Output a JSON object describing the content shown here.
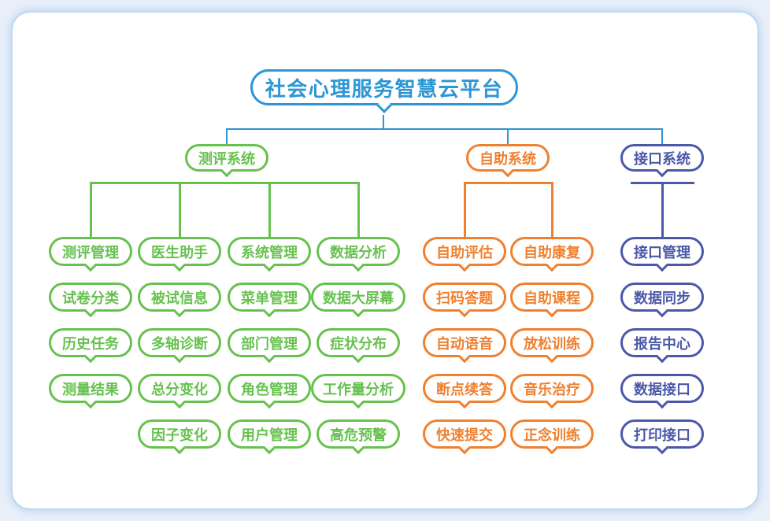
{
  "colors": {
    "blue": "#2d96d4",
    "green": "#67c14f",
    "orange": "#f0802f",
    "indigo": "#4b58a8",
    "background": "#e9f0fa",
    "card_border": "#bcd8f3"
  },
  "title": {
    "text": "社会心理服务智慧云平台"
  },
  "systems": [
    {
      "id": "assessment",
      "label": "测评系统",
      "color_key": "green",
      "columns": [
        [
          "测评管理",
          "试卷分类",
          "历史任务",
          "测量结果"
        ],
        [
          "医生助手",
          "被试信息",
          "多轴诊断",
          "总分变化",
          "因子变化"
        ],
        [
          "系统管理",
          "菜单管理",
          "部门管理",
          "角色管理",
          "用户管理"
        ],
        [
          "数据分析",
          "数据大屏幕",
          "症状分布",
          "工作量分析",
          "高危预警"
        ]
      ]
    },
    {
      "id": "selfservice",
      "label": "自助系统",
      "color_key": "orange",
      "columns": [
        [
          "自助评估",
          "扫码答题",
          "自动语音",
          "断点续答",
          "快速提交"
        ],
        [
          "自助康复",
          "自助课程",
          "放松训练",
          "音乐治疗",
          "正念训练"
        ]
      ]
    },
    {
      "id": "interface",
      "label": "接口系统",
      "color_key": "indigo",
      "columns": [
        [
          "接口管理",
          "数据同步",
          "报告中心",
          "数据接口",
          "打印接口"
        ]
      ]
    }
  ]
}
